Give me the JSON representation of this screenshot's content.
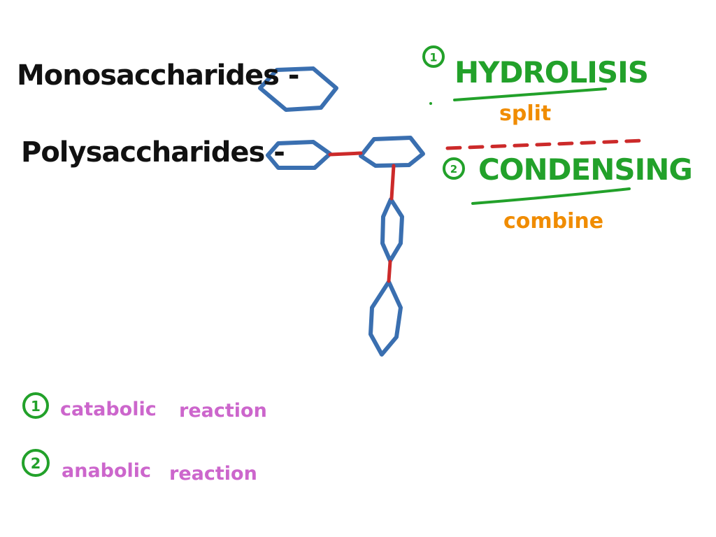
{
  "left_labels": {
    "monosaccharides": "Monosaccharides -",
    "polysaccharides": "Polysaccharides -"
  },
  "reactions": [
    {
      "number": "1",
      "name": "HYDROLISIS",
      "meaning": "split"
    },
    {
      "number": "2",
      "name": "CONDENSING",
      "meaning": "combine"
    }
  ],
  "reaction_types": [
    {
      "number": "1",
      "word1": "catabolic",
      "word2": "reaction"
    },
    {
      "number": "2",
      "word1": "anabolic",
      "word2": "reaction"
    }
  ],
  "colors": {
    "ring": "#3a6fb0",
    "bond": "#cc2a2a",
    "green": "#22a12a",
    "orange": "#f08c00",
    "purple": "#cc66cc",
    "black": "#111111"
  }
}
